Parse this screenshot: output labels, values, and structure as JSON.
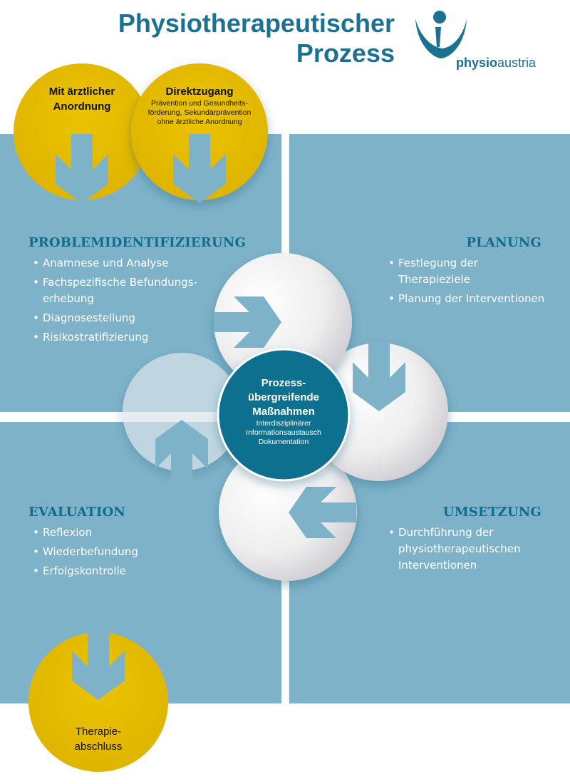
{
  "title": {
    "line1": "Physiotherapeutischer",
    "line2": "Prozess"
  },
  "logo": {
    "bold": "physio",
    "rest": "austria"
  },
  "entry": {
    "left": {
      "line1": "Mit ärztlicher",
      "line2": "Anordnung"
    },
    "right": {
      "heading": "Direktzugang",
      "line1": "Prävention und Gesundheits-",
      "line2": "förderung, Sekundärprävention",
      "line3": "ohne ärztliche Anordnung"
    }
  },
  "quadrants": {
    "problem": {
      "title": "PROBLEMIDENTIFIZIERUNG",
      "items": [
        "Anamnese und Analyse",
        "Fachspezifische Befundungs-erhebung",
        "Diagnosestellung",
        "Risikostratifizierung"
      ]
    },
    "planung": {
      "title": "PLANUNG",
      "items": [
        "Festlegung der Therapieziele",
        "Planung der Interventionen"
      ]
    },
    "evaluation": {
      "title": "EVALUATION",
      "items": [
        "Reflexion",
        "Wiederbefundung",
        "Erfolgskontrolle"
      ]
    },
    "umsetzung": {
      "title": "UMSETZUNG",
      "items": [
        "Durchführung der physiotherapeutischen Interventionen"
      ]
    }
  },
  "center": {
    "line1": "Prozess-",
    "line2": "übergreifende",
    "line3": "Maßnahmen",
    "sub1": "Interdisziplinärer",
    "sub2": "Informationsaustausch",
    "sub3": "Dokumentation"
  },
  "exit": {
    "line1": "Therapie-",
    "line2": "abschluss"
  },
  "colors": {
    "brand_blue": "#1a7191",
    "panel_blue": "#7eb2c9",
    "yellow": "#e3b800",
    "center_teal": "#10708f"
  }
}
